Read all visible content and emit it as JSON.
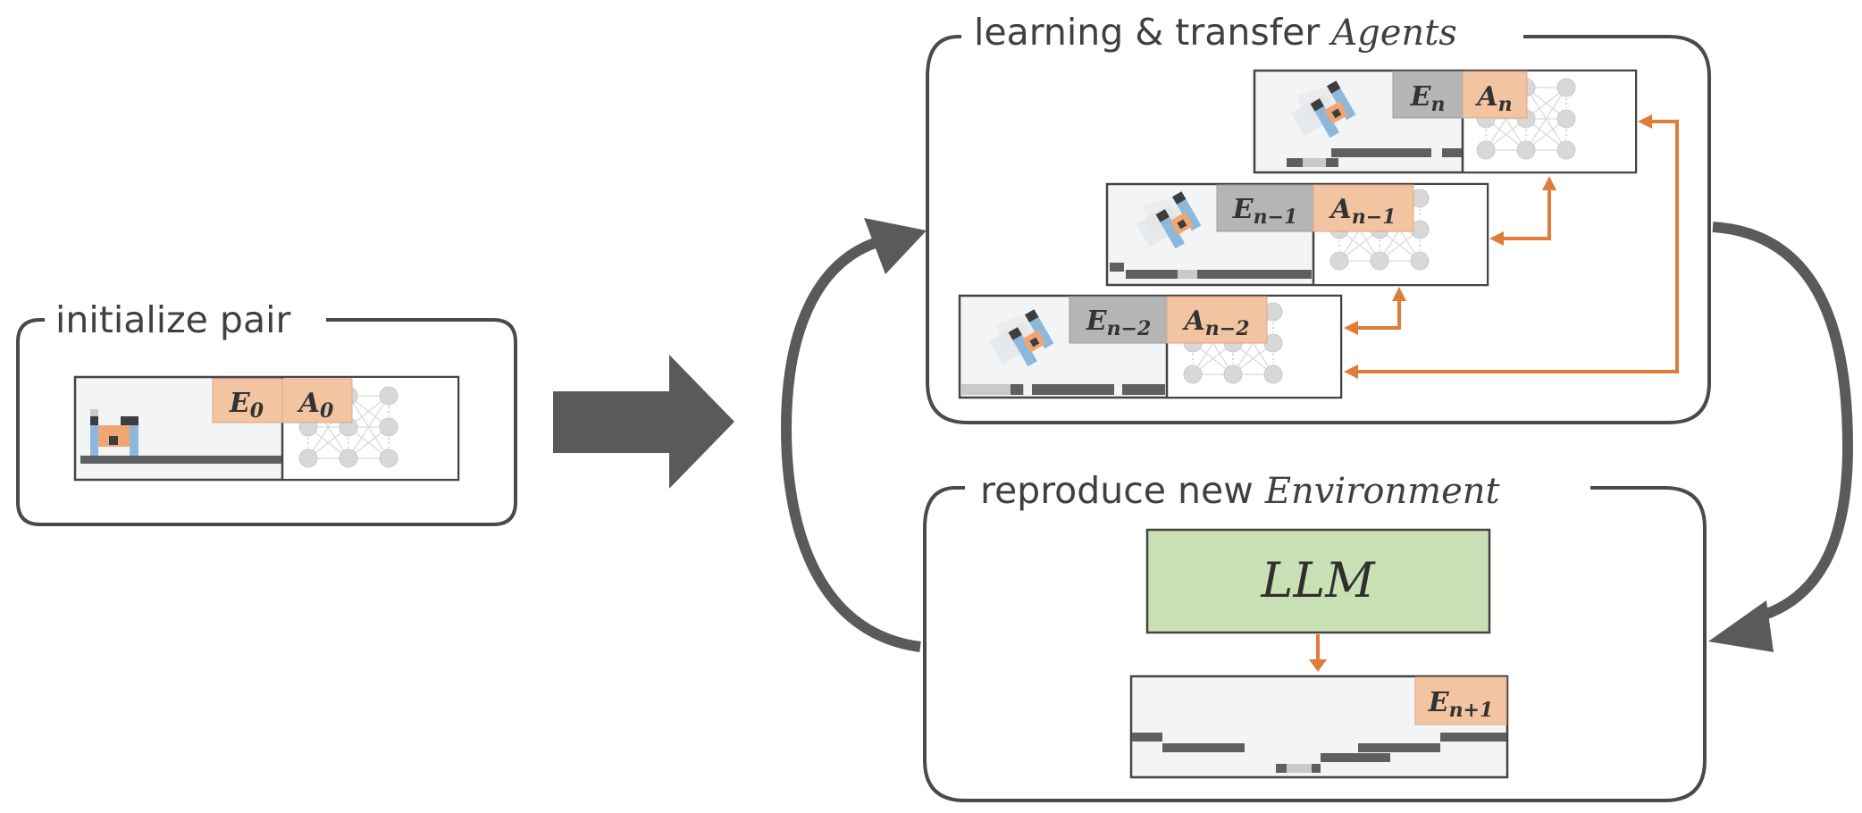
{
  "init": {
    "label": "initialize pair",
    "env": "E",
    "env_sub": "0",
    "agent": "A",
    "agent_sub": "0"
  },
  "learning": {
    "label_text": "learning & transfer ",
    "label_italic": "Agents",
    "pairs": [
      {
        "env": "E",
        "env_sub": "n",
        "agent": "A",
        "agent_sub": "n"
      },
      {
        "env": "E",
        "env_sub": "n−1",
        "agent": "A",
        "agent_sub": "n−1"
      },
      {
        "env": "E",
        "env_sub": "n−2",
        "agent": "A",
        "agent_sub": "n−2"
      }
    ]
  },
  "reproduce": {
    "label_text": "reproduce new ",
    "label_italic": "Environment",
    "llm": "LLM",
    "new_env": "E",
    "new_env_sub": "n+1"
  },
  "colors": {
    "dark": "#4a4a4a",
    "arrow": "#5a5a5a",
    "orange": "#e07b39",
    "peach": "#f2c4a2",
    "tag_gray": "#b5b5b5",
    "llm_fill": "#c9e0b5",
    "ground": "#5f5f5f",
    "panel_bg": "#f3f4f6",
    "node": "#d8d8d8",
    "blue": "#8cb8de"
  }
}
